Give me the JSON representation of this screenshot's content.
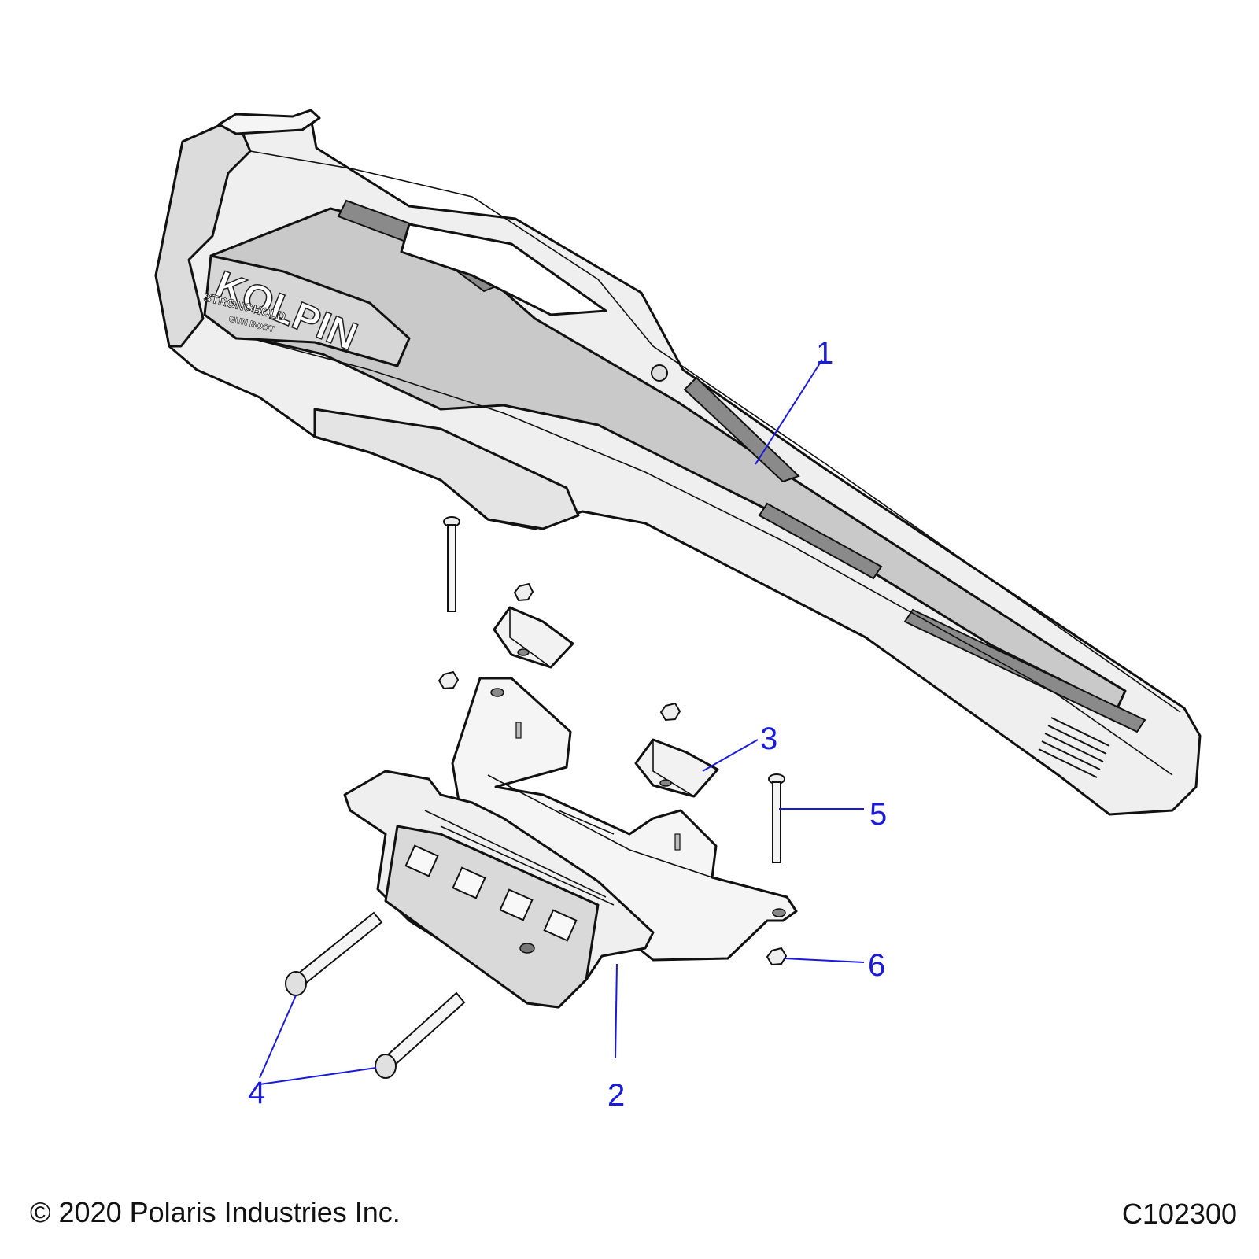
{
  "diagram": {
    "callouts": [
      {
        "id": "1",
        "label": "1"
      },
      {
        "id": "2",
        "label": "2"
      },
      {
        "id": "3",
        "label": "3"
      },
      {
        "id": "4",
        "label": "4"
      },
      {
        "id": "5",
        "label": "5"
      },
      {
        "id": "6",
        "label": "6"
      }
    ],
    "case_logo_text": "KOLPIN",
    "case_sub_text": "STRONGHOLD",
    "case_sub_text2": "GUN BOOT"
  },
  "footer": {
    "copyright": "© 2020 Polaris Industries Inc.",
    "figure_id": "C102300"
  },
  "colors": {
    "callout": "#1a1adb",
    "line": "#111111",
    "fill_light": "#efefef",
    "fill_mid": "#c8c8c8",
    "fill_dark": "#8a8a8a"
  }
}
